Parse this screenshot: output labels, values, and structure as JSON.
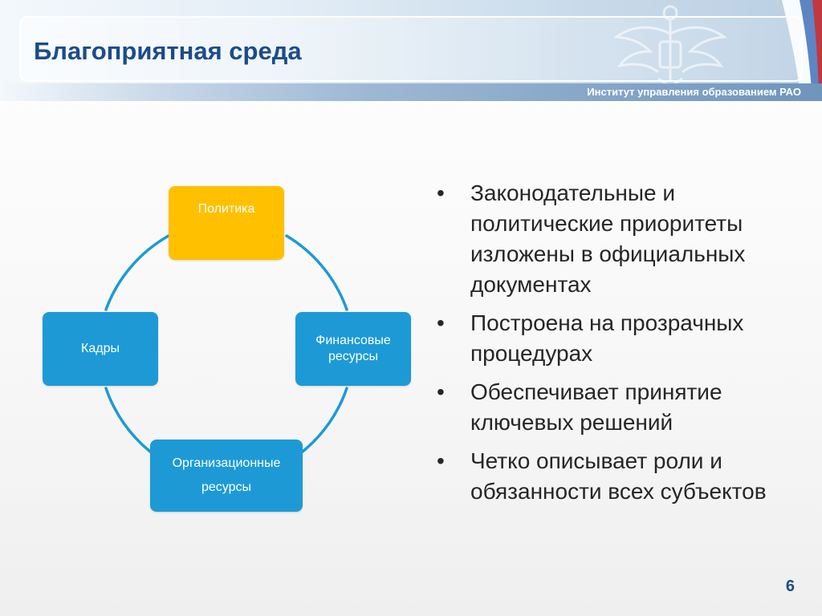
{
  "slide": {
    "title": "Благоприятная среда",
    "organization": "Институт управления образованием РАО",
    "page_number": "6"
  },
  "diagram": {
    "nodes": [
      {
        "id": "politics",
        "label": "Политика",
        "color": "#ffc000"
      },
      {
        "id": "finance",
        "label": "Финансовые ресурсы",
        "color": "#1d9ad6"
      },
      {
        "id": "organization",
        "label": "Организационные ресурсы",
        "color": "#1d9ad6"
      },
      {
        "id": "staff",
        "label": "Кадры",
        "color": "#1d9ad6"
      }
    ],
    "ring_color": "#1d9ad6"
  },
  "bullets": [
    "Законодательные и политические приоритеты изложены в официальных документах",
    "Построена на прозрачных процедурах",
    "Обеспечивает принятие ключевых решений",
    "Четко описывает роли и обязанности всех субъектов"
  ],
  "colors": {
    "title": "#1b4c8a",
    "text": "#262626",
    "flag_white": "#ffffff",
    "flag_blue": "#2a5db0",
    "flag_red": "#d32a2a"
  }
}
